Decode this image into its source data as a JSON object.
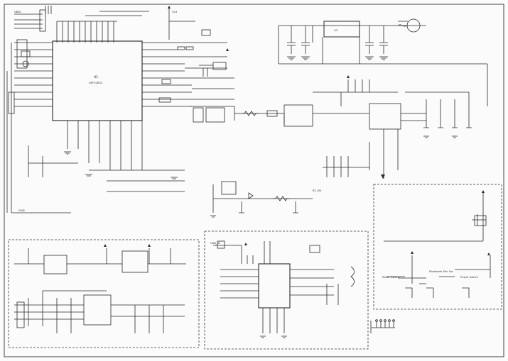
{
  "sheet": {
    "ink_color": "#2a2a2a",
    "background_color": "#fbfbfb"
  },
  "labels": {
    "mcu_ref": "U1",
    "mcu_part": "nRF52832",
    "regulator_ref": "U3",
    "bt_pair_switch": "Bluetooth Pair Sw",
    "power_switch": "Power Switch",
    "reset_switch": "Reset Switch",
    "vbat": "VBAT",
    "gnd": "GND",
    "vcc_3v3": "3V3",
    "usb_in": "USB_IN",
    "bt_enable": "BT_EN"
  }
}
